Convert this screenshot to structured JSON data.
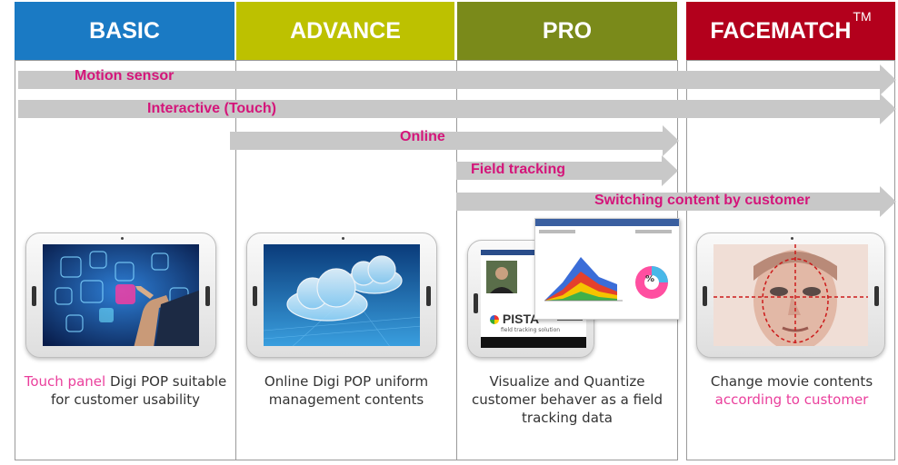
{
  "headers": {
    "basic": "BASIC",
    "advance": "ADVANCE",
    "pro": "PRO",
    "facematch": "FACEMATCH",
    "facematch_tm": "TM"
  },
  "arrows": {
    "motion_sensor": "Motion sensor",
    "interactive": "Interactive (Touch)",
    "online": "Online",
    "field_tracking": "Field tracking",
    "switching": "Switching content by customer"
  },
  "basic": {
    "desc_highlight": "Touch panel",
    "desc_rest": " Digi POP suitable for customer usability"
  },
  "advance": {
    "desc": "Online Digi POP uniform management contents"
  },
  "pro": {
    "desc": "Visualize and Quantize customer behaver as a field tracking data",
    "brand": "PISTA",
    "brand_sub": "field tracking solution",
    "pct_label": "%"
  },
  "facematch": {
    "desc_plain": "Change movie contents",
    "desc_highlight": "according to customer"
  },
  "colors": {
    "basic": "#1a7ac4",
    "advance": "#bdc100",
    "pro": "#7a8a1a",
    "facematch": "#b3001c",
    "arrow": "#c8c8c8",
    "label": "#d4157a",
    "highlight": "#ea3f9c"
  }
}
